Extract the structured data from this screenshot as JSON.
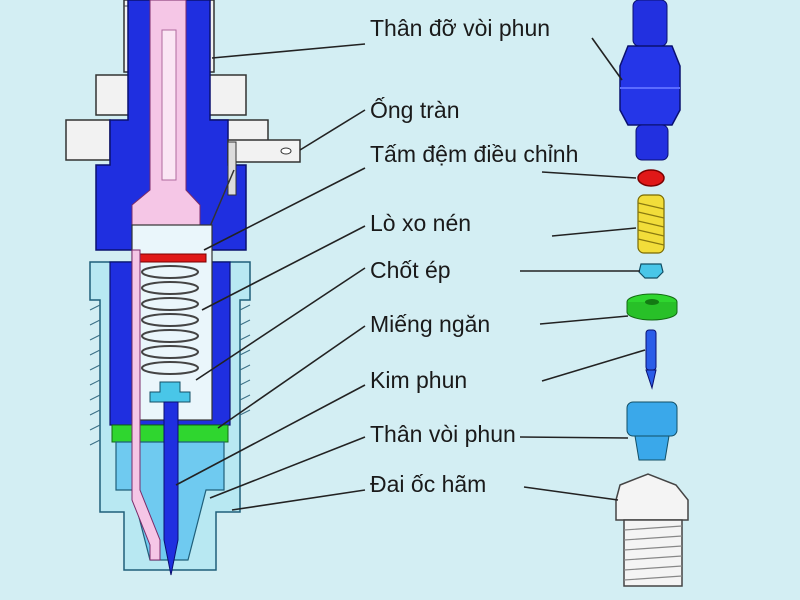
{
  "labels": {
    "nozzle_holder_body": "Thân đỡ vòi phun",
    "overflow_pipe": "Ống tràn",
    "adjusting_shim": "Tấm đệm điều chỉnh",
    "compression_spring": "Lò xo nén",
    "pressure_pin": "Chốt ép",
    "spacer": "Miếng ngăn",
    "needle": "Kim phun",
    "nozzle_body": "Thân vòi phun",
    "retaining_nut": "Đai ốc hãm"
  },
  "colors": {
    "background": "#d3eef3",
    "holder_blue": "#1f2fe0",
    "fuel_pink": "#f5c6e6",
    "nut_cyan": "#b8e8f2",
    "shim_red": "#e01818",
    "spring_yellow": "#f2dd3a",
    "spacer_green": "#2fd62f",
    "pin_cyan": "#49c6e8",
    "nozzle_blue": "#3aa8ea",
    "white_part": "#f4f4f4"
  }
}
